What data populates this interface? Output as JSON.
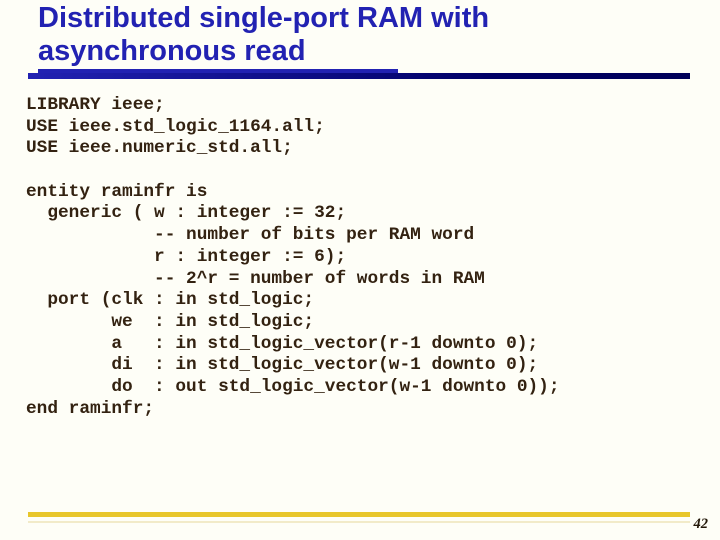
{
  "slide": {
    "title": {
      "line1": "Distributed single-port RAM with",
      "line2": "asynchronous read"
    },
    "code_lines": [
      "LIBRARY ieee;",
      "USE ieee.std_logic_1164.all;",
      "USE ieee.numeric_std.all;",
      "",
      "entity raminfr is",
      "  generic ( w : integer := 32;",
      "            -- number of bits per RAM word",
      "            r : integer := 6);",
      "            -- 2^r = number of words in RAM",
      "  port (clk : in std_logic;",
      "        we  : in std_logic;",
      "        a   : in std_logic_vector(r-1 downto 0);",
      "        di  : in std_logic_vector(w-1 downto 0);",
      "        do  : out std_logic_vector(w-1 downto 0));",
      "end raminfr;"
    ],
    "footer": {
      "page_number": "42"
    },
    "colors": {
      "title_blue": "#2222b2",
      "rule_navy": "#000066",
      "code_brown": "#332211",
      "rule_gold": "#e8c62a",
      "background": "#fefef7"
    }
  }
}
